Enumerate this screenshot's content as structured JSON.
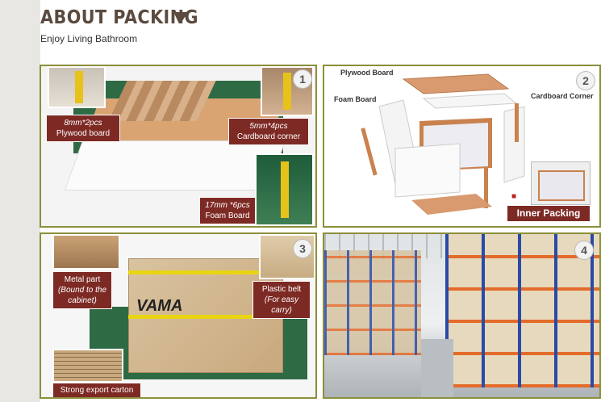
{
  "header": {
    "title": "ABOUT PACKING",
    "subtitle": "Enjoy Living Bathroom"
  },
  "panel1": {
    "number": "1",
    "labels": {
      "plywood_l1": "8mm*2pcs",
      "plywood_l2": "Plywood board",
      "corner_l1": "5mm*4pcs",
      "corner_l2": "Cardboard corner",
      "foam_l1": "17mm *6pcs",
      "foam_l2": "Foam Board"
    }
  },
  "panel2": {
    "number": "2",
    "plywood": "Plywood Board",
    "foam": "Foam Board",
    "corner": "Cardboard Corner",
    "inner": "Inner Packing"
  },
  "panel3": {
    "number": "3",
    "metal_l1": "Metal part",
    "metal_l2": "(Bound to the",
    "metal_l3": "cabinet)",
    "belt_l1": "Plastic belt",
    "belt_l2": "(For easy",
    "belt_l3": "carry)",
    "carton": "Strong export carton",
    "brand": "VAMA"
  },
  "panel4": {
    "number": "4"
  },
  "colors": {
    "panel_border": "#8b8f3a",
    "label_bg": "#7d2a25",
    "heading": "#5a4a3f"
  }
}
